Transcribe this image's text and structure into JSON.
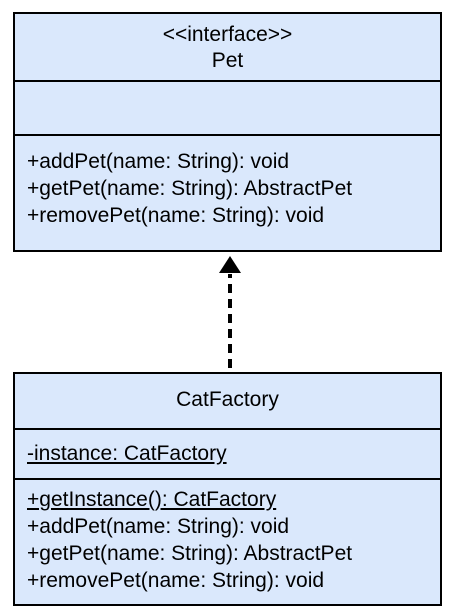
{
  "interface_box": {
    "stereotype": "<<interface>>",
    "name": "Pet",
    "attributes": [],
    "methods": [
      "+addPet(name: String): void",
      "+getPet(name: String): AbstractPet",
      "+removePet(name: String): void"
    ]
  },
  "class_box": {
    "name": "CatFactory",
    "attributes": [
      "-instance: CatFactory"
    ],
    "methods": [
      "+getInstance(): CatFactory",
      "+addPet(name: String): void",
      "+getPet(name: String): AbstractPet",
      "+removePet(name: String): void"
    ]
  },
  "relation": {
    "type": "realization",
    "from": "CatFactory",
    "to": "Pet"
  },
  "colors": {
    "box_fill": "#dae8fc",
    "border": "#000000"
  }
}
